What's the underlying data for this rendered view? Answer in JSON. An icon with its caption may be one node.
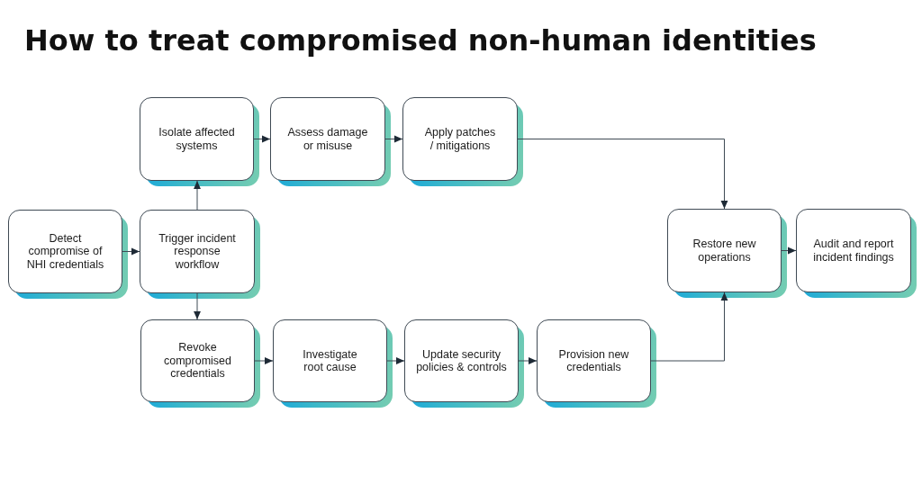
{
  "diagram": {
    "title": "How to treat compromised non-human identities",
    "nodes": [
      {
        "text": [
          "Detect compromise of NHI credentials"
        ]
      },
      {
        "text": [
          "Trigger incident response workflow"
        ]
      },
      {
        "text": [
          "Isolate affected systems"
        ]
      },
      {
        "text": [
          "Assess damage or misuse"
        ]
      },
      {
        "text": [
          "Apply patches / mitigations"
        ]
      },
      {
        "text": [
          "Revoke compromised credentials"
        ]
      },
      {
        "text": [
          "Investigate root cause"
        ]
      },
      {
        "text": [
          "Update security policies & controls"
        ]
      },
      {
        "text": [
          "Provision new credentials"
        ]
      },
      {
        "text": [
          "Restore new operations"
        ]
      },
      {
        "text": [
          "Audit and report incident findings"
        ]
      }
    ],
    "edges": [
      {
        "from": 0,
        "to": 1,
        "arrow": "to"
      },
      {
        "from": 1,
        "to": 2,
        "arrow": "to"
      },
      {
        "from": 2,
        "to": 3,
        "arrow": "to"
      },
      {
        "from": 3,
        "to": 4,
        "arrow": "to"
      },
      {
        "from": 4,
        "to": 9,
        "arrow": "to"
      },
      {
        "from": 1,
        "to": 5,
        "arrow": "to"
      },
      {
        "from": 5,
        "to": 6,
        "arrow": "to"
      },
      {
        "from": 6,
        "to": 7,
        "arrow": "to"
      },
      {
        "from": 7,
        "to": 8,
        "arrow": "to"
      },
      {
        "from": 8,
        "to": 9,
        "arrow": "to"
      },
      {
        "from": 9,
        "to": 10,
        "arrow": "to"
      }
    ]
  }
}
